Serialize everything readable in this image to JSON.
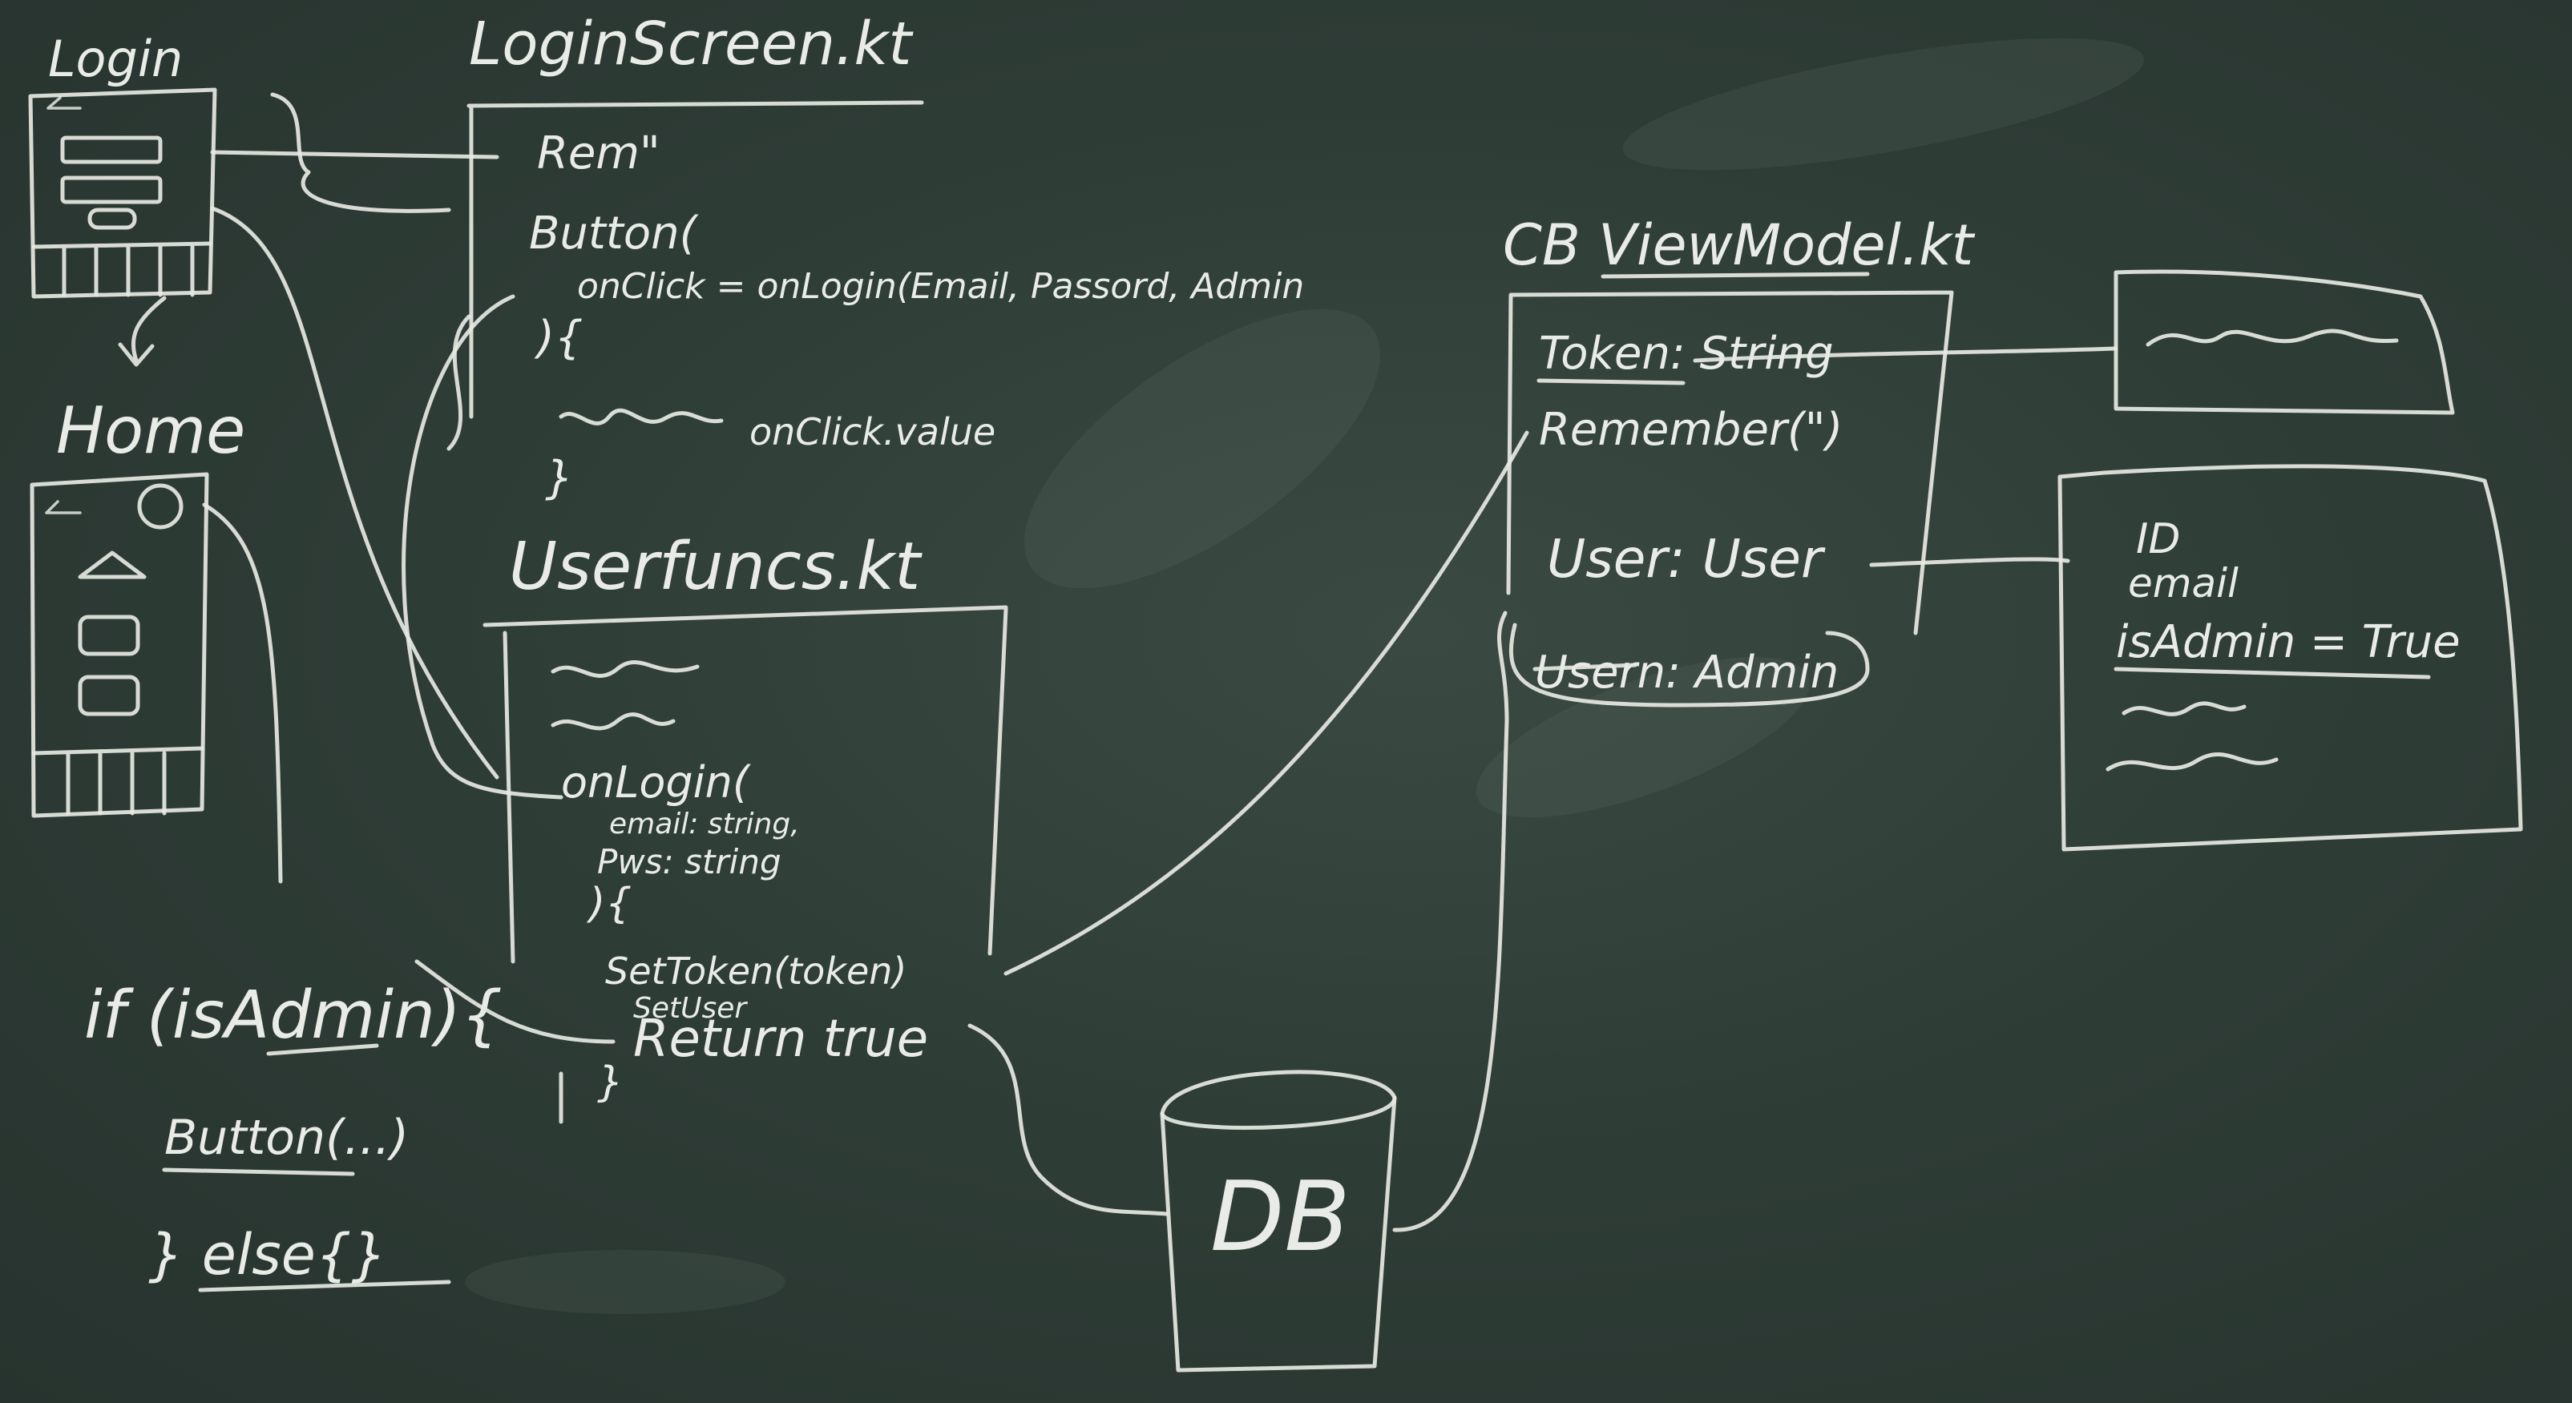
{
  "login_sketch": {
    "title": "Login"
  },
  "home_sketch": {
    "title": "Home"
  },
  "login_screen": {
    "title": "LoginScreen.kt",
    "lines": [
      "Rem\"",
      "Button(",
      "onClick = onLogin(Email, Passord, Admin",
      "){",
      "onClick.value",
      "}"
    ]
  },
  "user_funcs": {
    "title": "Userfuncs.kt",
    "lines": [
      "onLogin(",
      "email: string,",
      "Pws: string",
      "){",
      "SetToken(token)",
      "SetUser",
      "Return true",
      "}"
    ]
  },
  "admin_snippet": {
    "lines": [
      "if (isAdmin){",
      "Button(...)",
      "} else{}"
    ]
  },
  "view_model": {
    "title": "CB ViewModel.kt",
    "lines": [
      "Token: String",
      "Remember(\")",
      "User: User",
      "Usern: Admin"
    ]
  },
  "user_box": {
    "lines": [
      "ID",
      "email",
      "isAdmin = True"
    ]
  },
  "database": {
    "label": "DB"
  }
}
